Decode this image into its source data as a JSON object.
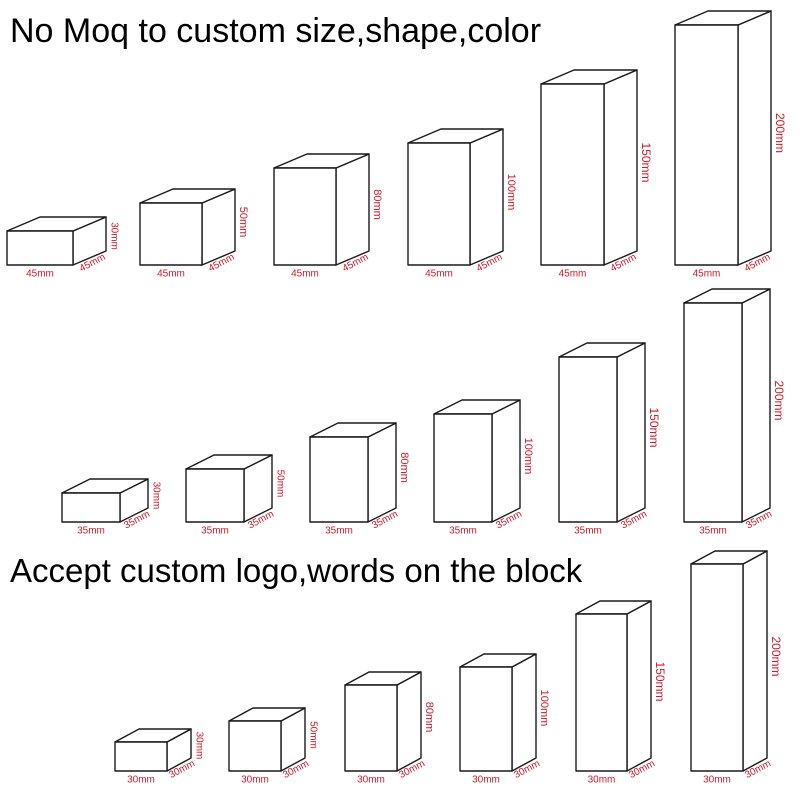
{
  "headline_top": "No Moq to custom size,shape,color",
  "headline_bottom": "Accept custom logo,words on the block",
  "colors": {
    "outline": "#1a1a1a",
    "dimension_text": "#d0192b",
    "headline_text": "#000000"
  },
  "rows": [
    {
      "base_mm": 45,
      "blocks": [
        {
          "height_label": "30mm",
          "width_label": "45mm",
          "depth_label": "45mm"
        },
        {
          "height_label": "50mm",
          "width_label": "45mm",
          "depth_label": "45mm"
        },
        {
          "height_label": "80mm",
          "width_label": "45mm",
          "depth_label": "45mm"
        },
        {
          "height_label": "100mm",
          "width_label": "45mm",
          "depth_label": "45mm"
        },
        {
          "height_label": "150mm",
          "width_label": "45mm",
          "depth_label": "45mm"
        },
        {
          "height_label": "200mm",
          "width_label": "45mm",
          "depth_label": "45mm"
        }
      ]
    },
    {
      "base_mm": 35,
      "blocks": [
        {
          "height_label": "30mm",
          "width_label": "35mm",
          "depth_label": "35mm"
        },
        {
          "height_label": "50mm",
          "width_label": "35mm",
          "depth_label": "35mm"
        },
        {
          "height_label": "80mm",
          "width_label": "35mm",
          "depth_label": "35mm"
        },
        {
          "height_label": "100mm",
          "width_label": "35mm",
          "depth_label": "35mm"
        },
        {
          "height_label": "150mm",
          "width_label": "35mm",
          "depth_label": "35mm"
        },
        {
          "height_label": "200mm",
          "width_label": "35mm",
          "depth_label": "35mm"
        }
      ]
    },
    {
      "base_mm": 30,
      "blocks": [
        {
          "height_label": "30mm",
          "width_label": "30mm",
          "depth_label": "30mm"
        },
        {
          "height_label": "50mm",
          "width_label": "30mm",
          "depth_label": "30mm"
        },
        {
          "height_label": "80mm",
          "width_label": "30mm",
          "depth_label": "30mm"
        },
        {
          "height_label": "100mm",
          "width_label": "30mm",
          "depth_label": "30mm"
        },
        {
          "height_label": "150mm",
          "width_label": "30mm",
          "depth_label": "30mm"
        },
        {
          "height_label": "200mm",
          "width_label": "30mm",
          "depth_label": "30mm"
        }
      ]
    }
  ]
}
